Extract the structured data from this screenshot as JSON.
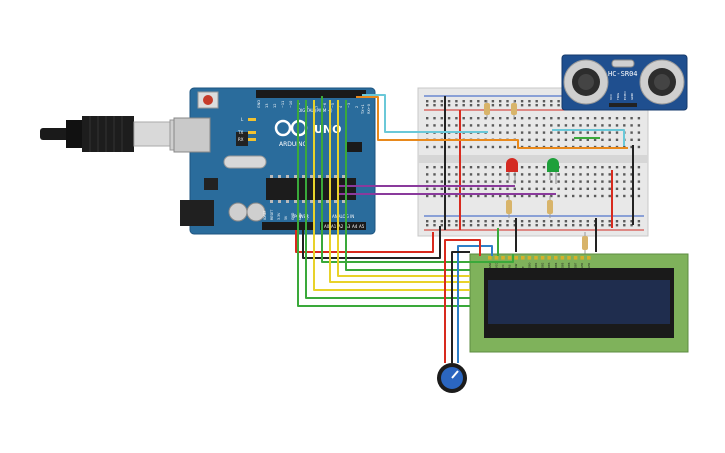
{
  "arduino": {
    "brand": "ARDUINO",
    "model": "UNO",
    "header_digital": "DIGITAL (PWM ~)",
    "header_power": "POWER",
    "header_analog": "ANALOG IN",
    "led_labels": [
      "L",
      "TX",
      "RX"
    ],
    "digital_pins": [
      "GND",
      "13",
      "12",
      "~11",
      "~10",
      "~9",
      "8",
      "7",
      "~6",
      "~5",
      "4",
      "~3",
      "2",
      "TX→1",
      "RX←0"
    ],
    "power_pins": [
      "IOREF",
      "RESET",
      "3.3V",
      "5V",
      "GND",
      "GND",
      "VIN"
    ],
    "analog_pins": [
      "A0",
      "A1",
      "A2",
      "A3",
      "A4",
      "A5"
    ]
  },
  "sensor": {
    "label": "HC-SR04",
    "pins": [
      "VCC",
      "TRIG",
      "ECHO",
      "GND"
    ]
  },
  "lcd": {
    "pins": [
      "GND",
      "VCC",
      "V0",
      "RS",
      "RW",
      "E",
      "DB0",
      "DB1",
      "DB2",
      "DB3",
      "DB4",
      "DB5",
      "DB6",
      "DB7",
      "LED",
      "LED"
    ]
  },
  "colors": {
    "arduino_board": "#2a6c9c",
    "breadboard": "#e8e8e8",
    "lcd_pcb": "#7fb25b",
    "lcd_screen": "#1f2d4e",
    "sensor_board": "#1f4f8f",
    "led_red": "#d42a22",
    "led_green": "#1ea03a",
    "potentiometer": "#2b66c0",
    "wire_red": "#d82a1e",
    "wire_black": "#222222",
    "wire_green": "#3aa93a",
    "wire_yellow": "#e8d22a",
    "wire_blue": "#2e7fc8",
    "wire_orange": "#e8891c",
    "wire_purple": "#8a3a9c",
    "wire_cyan": "#6ac8d8"
  }
}
